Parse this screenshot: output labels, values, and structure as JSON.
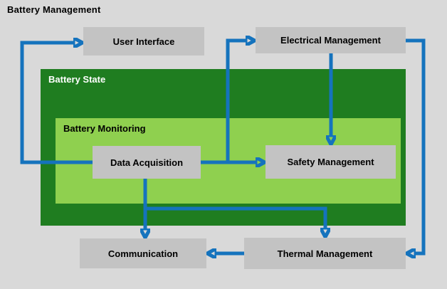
{
  "title": "Battery Management",
  "colors": {
    "background": "#d9d9d9",
    "node_fill": "#c3c3c3",
    "battery_state_fill": "#1f7d20",
    "battery_monitoring_fill": "#8fd04f",
    "arrow": "#1573bd",
    "battery_state_label_color": "#ffffff",
    "text": "#000000"
  },
  "containers": {
    "battery_state": {
      "label": "Battery State"
    },
    "battery_monitoring": {
      "label": "Battery Monitoring"
    }
  },
  "nodes": {
    "user_interface": {
      "label": "User Interface"
    },
    "electrical_management": {
      "label": "Electrical Management"
    },
    "data_acquisition": {
      "label": "Data Acquisition"
    },
    "safety_management": {
      "label": "Safety Management"
    },
    "communication": {
      "label": "Communication"
    },
    "thermal_management": {
      "label": "Thermal Management"
    }
  },
  "edges": [
    {
      "from": "Data Acquisition",
      "to": "User Interface"
    },
    {
      "from": "Data Acquisition",
      "to": "Electrical Management"
    },
    {
      "from": "Data Acquisition",
      "to": "Safety Management"
    },
    {
      "from": "Electrical Management",
      "to": "Safety Management"
    },
    {
      "from": "Electrical Management",
      "to": "Thermal Management"
    },
    {
      "from": "Data Acquisition",
      "to": "Communication"
    },
    {
      "from": "Data Acquisition",
      "to": "Thermal Management"
    },
    {
      "from": "Thermal Management",
      "to": "Communication"
    }
  ]
}
